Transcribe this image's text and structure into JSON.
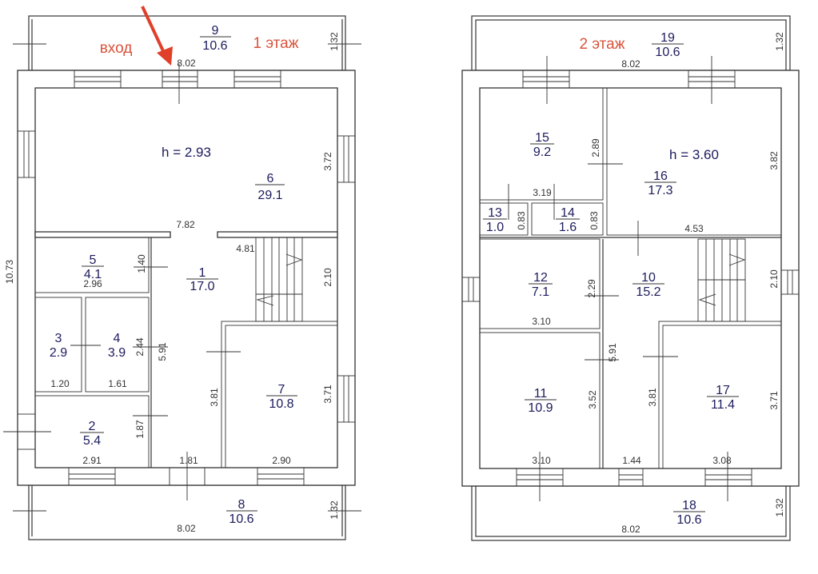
{
  "colors": {
    "annotation": "#d9533b",
    "room_text": "#1c1c5e",
    "lines": "#333333"
  },
  "floor1": {
    "title": "1 этаж",
    "entrance_label": "вход",
    "height_label": "h = 2.93",
    "rooms": [
      {
        "number": "1",
        "area": "17.0"
      },
      {
        "number": "2",
        "area": "5.4"
      },
      {
        "number": "3",
        "area": "2.9"
      },
      {
        "number": "4",
        "area": "3.9"
      },
      {
        "number": "5",
        "area": "4.1"
      },
      {
        "number": "6",
        "area": "29.1"
      },
      {
        "number": "7",
        "area": "10.8"
      },
      {
        "number": "8",
        "area": "10.6"
      },
      {
        "number": "9",
        "area": "10.6"
      }
    ],
    "dimensions": [
      "8.02",
      "1.32",
      "3.72",
      "7.82",
      "4.81",
      "2.96",
      "1.40",
      "2.10",
      "10.73",
      "2.44",
      "5.91",
      "1.20",
      "1.61",
      "3.81",
      "3.71",
      "1.87",
      "2.91",
      "1.81",
      "2.90",
      "1.32",
      "8.02"
    ]
  },
  "floor2": {
    "title": "2 этаж",
    "height_label": "h = 3.60",
    "rooms": [
      {
        "number": "10",
        "area": "15.2"
      },
      {
        "number": "11",
        "area": "10.9"
      },
      {
        "number": "12",
        "area": "7.1"
      },
      {
        "number": "13",
        "area": "1.0"
      },
      {
        "number": "14",
        "area": "1.6"
      },
      {
        "number": "15",
        "area": "9.2"
      },
      {
        "number": "16",
        "area": "17.3"
      },
      {
        "number": "17",
        "area": "11.4"
      },
      {
        "number": "18",
        "area": "10.6"
      },
      {
        "number": "19",
        "area": "10.6"
      }
    ],
    "dimensions": [
      "8.02",
      "1.32",
      "2.89",
      "3.82",
      "3.19",
      "0.83",
      "0.83",
      "4.53",
      "2.29",
      "2.10",
      "3.10",
      "5.91",
      "3.81",
      "3.52",
      "3.71",
      "3.10",
      "1.44",
      "3.08",
      "1.32",
      "8.02"
    ]
  }
}
